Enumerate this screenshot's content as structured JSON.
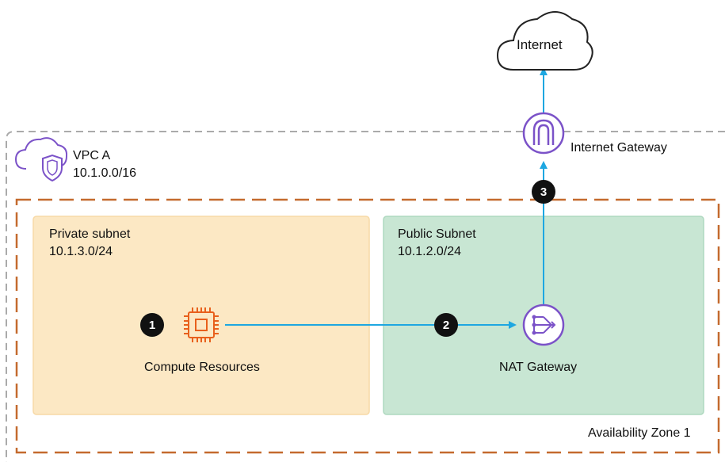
{
  "internet": {
    "label": "Internet"
  },
  "internet_gateway": {
    "label": "Internet Gateway"
  },
  "vpc": {
    "name": "VPC A",
    "cidr": "10.1.0.0/16"
  },
  "availability_zone": {
    "label": "Availability Zone 1"
  },
  "private_subnet": {
    "name": "Private subnet",
    "cidr": "10.1.3.0/24",
    "fill": "#fce8c4"
  },
  "public_subnet": {
    "name": "Public Subnet",
    "cidr": "10.1.2.0/24",
    "fill": "#c8e6d3"
  },
  "compute": {
    "label": "Compute Resources",
    "icon": "chip-icon",
    "color": "#e8601c"
  },
  "nat_gateway": {
    "label": "NAT Gateway",
    "icon": "nat-gateway-icon",
    "color": "#7b52c8"
  },
  "steps": [
    "1",
    "2",
    "3"
  ],
  "colors": {
    "arrow": "#1ea7e1",
    "vpc_border": "#aaaaaa",
    "az_border": "#c46a2e"
  }
}
